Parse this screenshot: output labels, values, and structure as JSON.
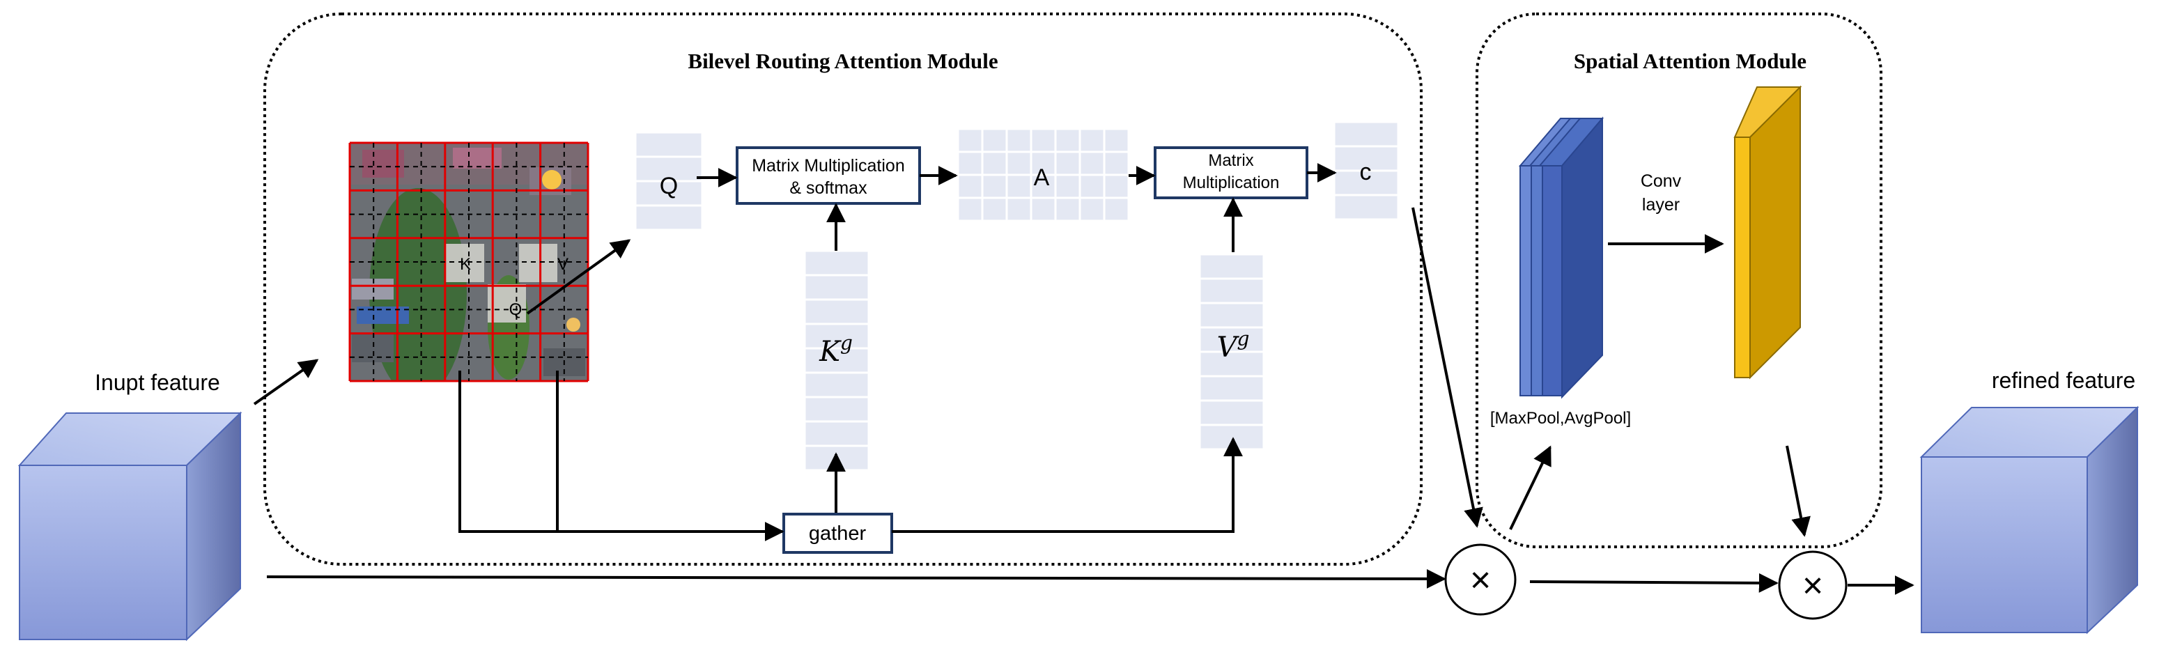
{
  "modules": {
    "bra_title": "Bilevel Routing Attention Module",
    "sam_title": "Spatial Attention Module"
  },
  "labels": {
    "input_feature": "Inupt feature",
    "refined_feature": "refined feature",
    "q": "Q",
    "a": "A",
    "c": "c",
    "kg_base": "K",
    "kg_sup": "g",
    "vg_base": "V",
    "vg_sup": "g",
    "gather": "gather",
    "matmul_softmax_line1": "Matrix Multiplication",
    "matmul_softmax_line2": "& softmax",
    "matmul_line1": "Matrix",
    "matmul_line2": "Multiplication",
    "conv_line1": "Conv",
    "conv_line2": "layer",
    "pool": "[MaxPool,AvgPool]",
    "grid_k": "K",
    "grid_v": "V",
    "grid_q": "Q",
    "multiply_symbol": "×"
  },
  "colors": {
    "cube_front_top": "#b3c1ec",
    "cube_front_bottom": "#8fa2dc",
    "cube_side": "#6677b8",
    "cube_top": "#a4b4e6",
    "token_fill": "#e4e8f3",
    "box_border": "#1f3864",
    "grid_line": "#e00000",
    "blue_slab": "#3d5fb4",
    "yellow_slab": "#d4a000",
    "yellow_slab_front": "#f6c21a"
  }
}
